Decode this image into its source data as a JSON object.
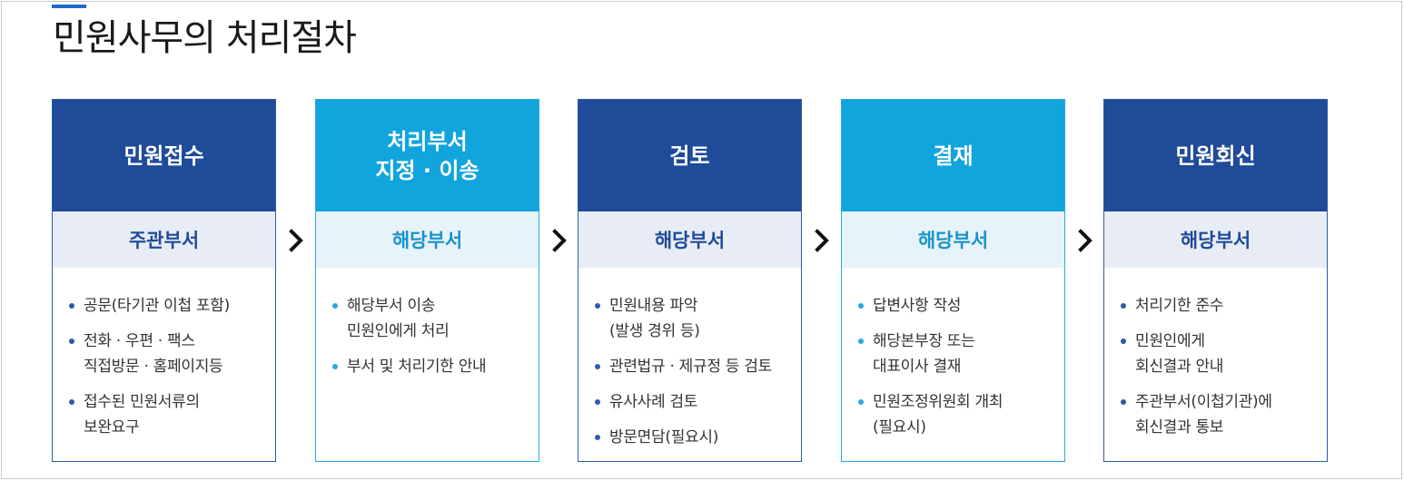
{
  "page_title": "민원사무의 처리절차",
  "colors": {
    "dark_blue": "#1f4b99",
    "light_blue": "#12a4dc",
    "accent": "#1f6bc9"
  },
  "steps": [
    {
      "title": "민원접수",
      "department": "주관부서",
      "items": [
        "공문(타기관 이첩 포함)",
        "전화 · 우편 · 팩스\n직접방문 · 홈페이지등",
        "접수된 민원서류의\n보완요구"
      ]
    },
    {
      "title": "처리부서\n지정 · 이송",
      "department": "해당부서",
      "items": [
        "해당부서 이송\n민원인에게 처리",
        "부서 및 처리기한 안내"
      ]
    },
    {
      "title": "검토",
      "department": "해당부서",
      "items": [
        "민원내용 파악\n(발생 경위 등)",
        "관련법규 · 제규정 등 검토",
        "유사사례 검토",
        "방문면담(필요시)"
      ]
    },
    {
      "title": "결재",
      "department": "해당부서",
      "items": [
        "답변사항 작성",
        "해당본부장 또는\n대표이사 결재",
        "민원조정위원회 개최\n(필요시)"
      ]
    },
    {
      "title": "민원회신",
      "department": "해당부서",
      "items": [
        "처리기한 준수",
        "민원인에게\n회신결과 안내",
        "주관부서(이첩기관)에\n회신결과 통보"
      ]
    }
  ]
}
